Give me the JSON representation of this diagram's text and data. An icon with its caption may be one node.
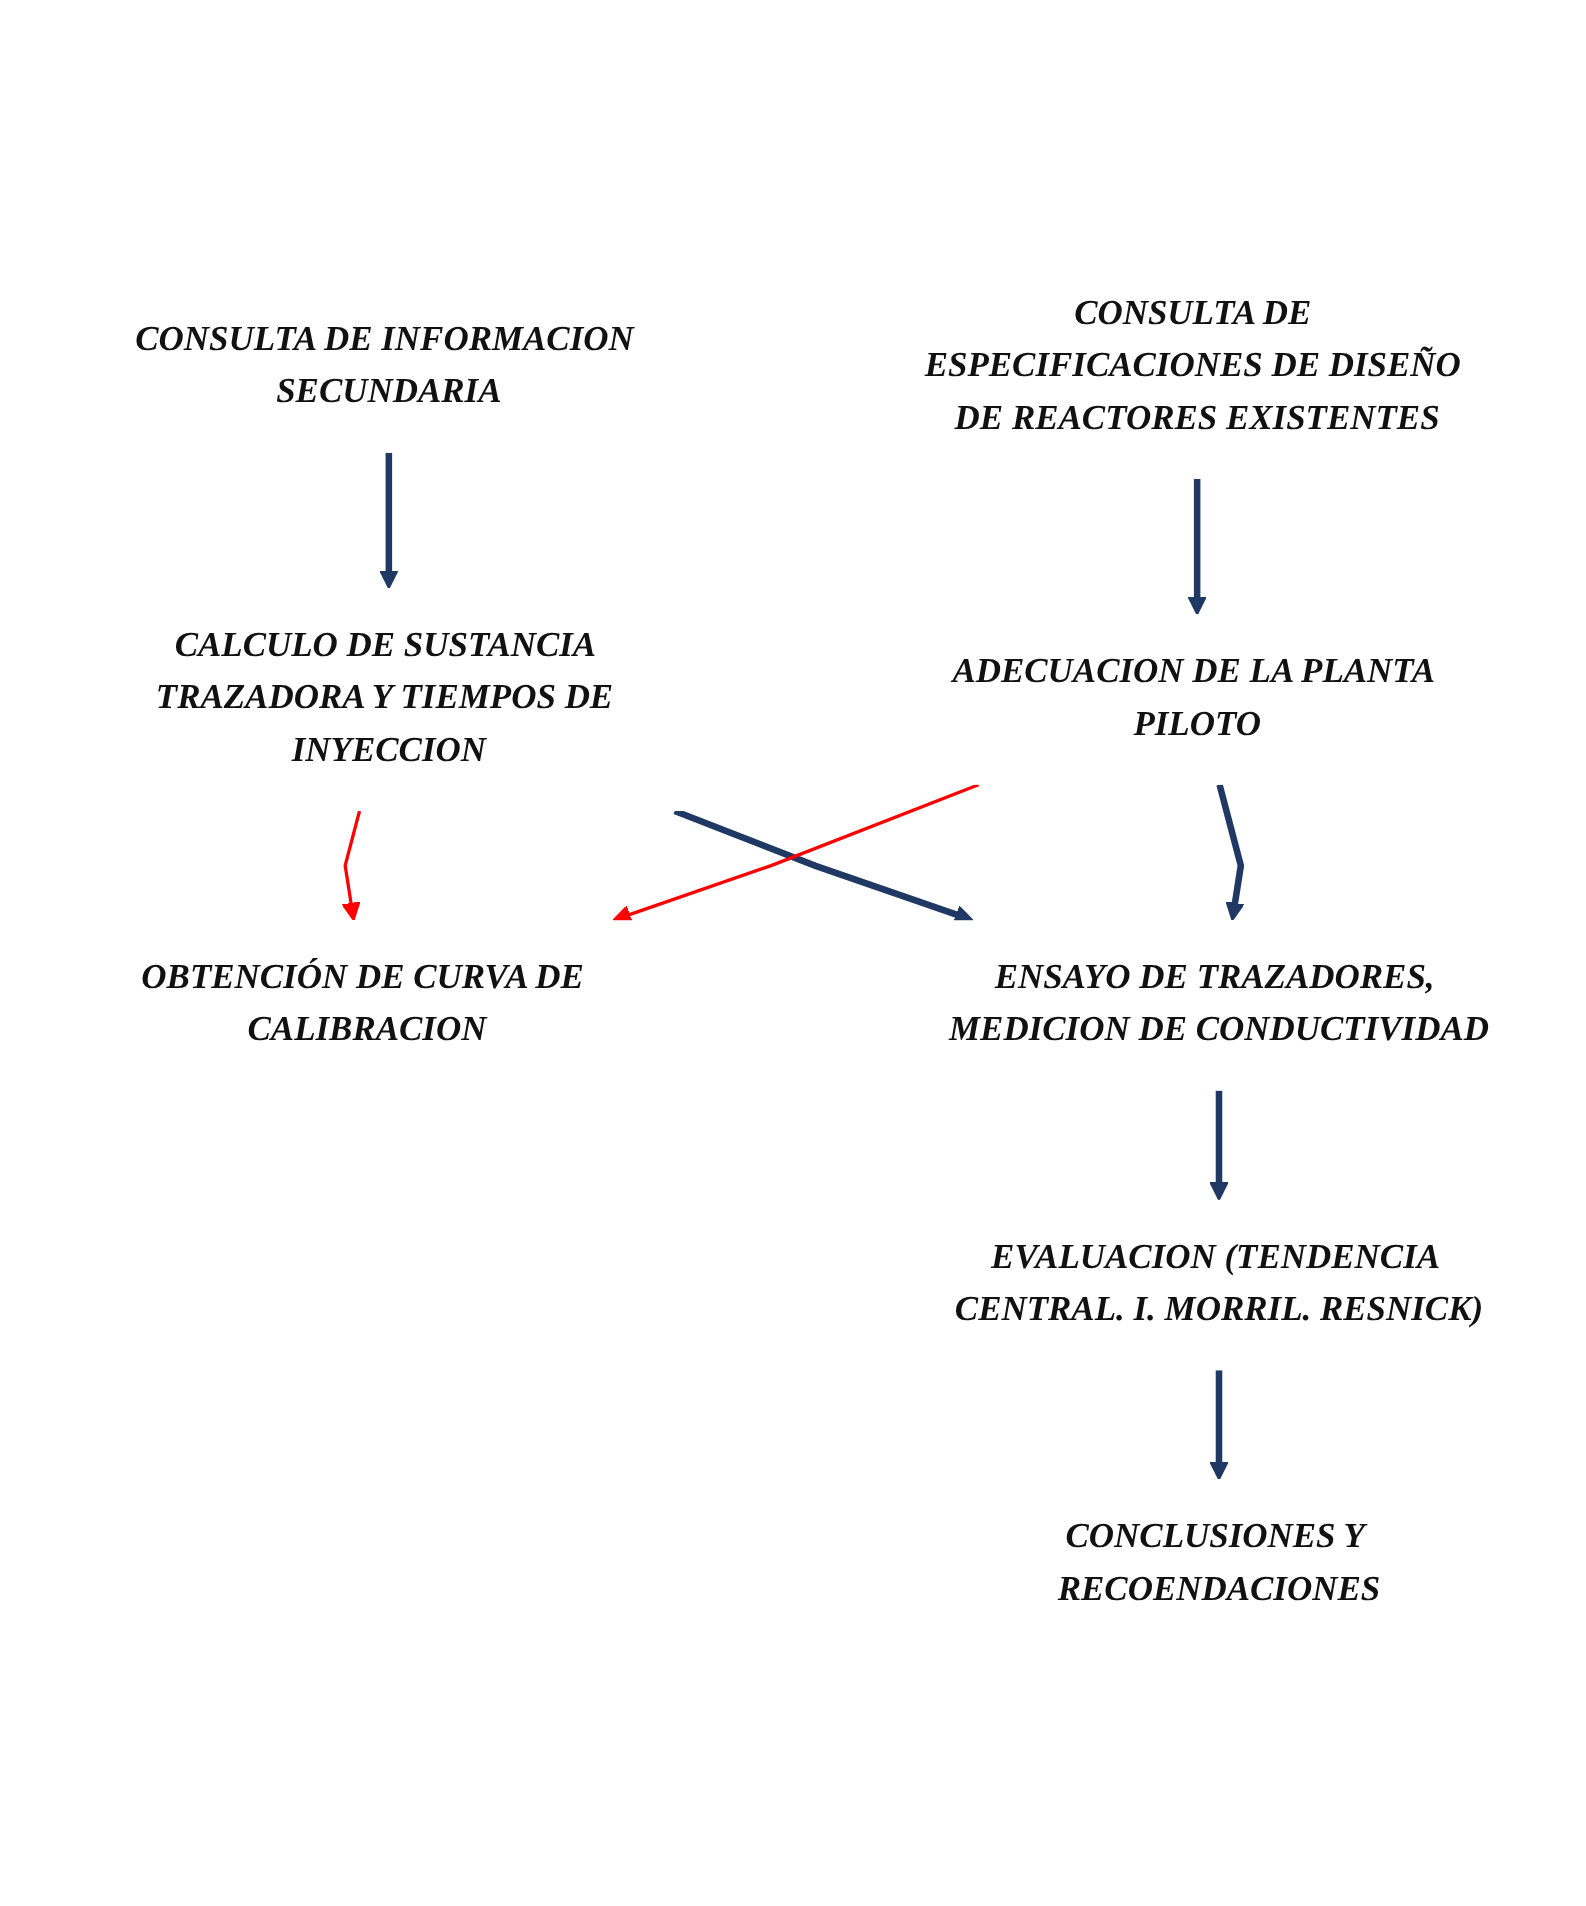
{
  "diagram": {
    "nodes": [
      {
        "text": [
          "CONSULTA DE INFORMACION SECUNDARIA"
        ]
      },
      {
        "text": [
          "CONSULTA DE ESPECIFICACIONES DE DISEÑO DE REACTORES EXISTENTES"
        ]
      },
      {
        "text": [
          "CALCULO DE SUSTANCIA TRAZADORA Y TIEMPOS DE INYECCION"
        ]
      },
      {
        "text": [
          "ADECUACION DE LA PLANTA PILOTO"
        ]
      },
      {
        "text": [
          "OBTENCIÓN DE CURVA DE CALIBRACION"
        ]
      },
      {
        "text": [
          "ENSAYO DE TRAZADORES, MEDICION DE CONDUCTIVIDAD"
        ]
      },
      {
        "text": [
          "EVALUACION (TENDENCIA CENTRAL. I. MORRIL. RESNICK)"
        ]
      },
      {
        "text": [
          "CONCLUSIONES Y RECOENDACIONES"
        ]
      }
    ],
    "edges": [
      {
        "from": 0,
        "to": 2,
        "arrow": "to"
      },
      {
        "from": 1,
        "to": 3,
        "arrow": "to"
      },
      {
        "from": 2,
        "to": 5,
        "arrow": "to"
      },
      {
        "from": 3,
        "to": 5,
        "arrow": "to"
      },
      {
        "from": 2,
        "to": 4,
        "arrow": "to",
        "color": "#ff0000"
      },
      {
        "from": 3,
        "to": 4,
        "arrow": "to",
        "color": "#ff0000"
      },
      {
        "from": 5,
        "to": 6,
        "arrow": "to"
      },
      {
        "from": 6,
        "to": 7,
        "arrow": "to"
      }
    ]
  }
}
